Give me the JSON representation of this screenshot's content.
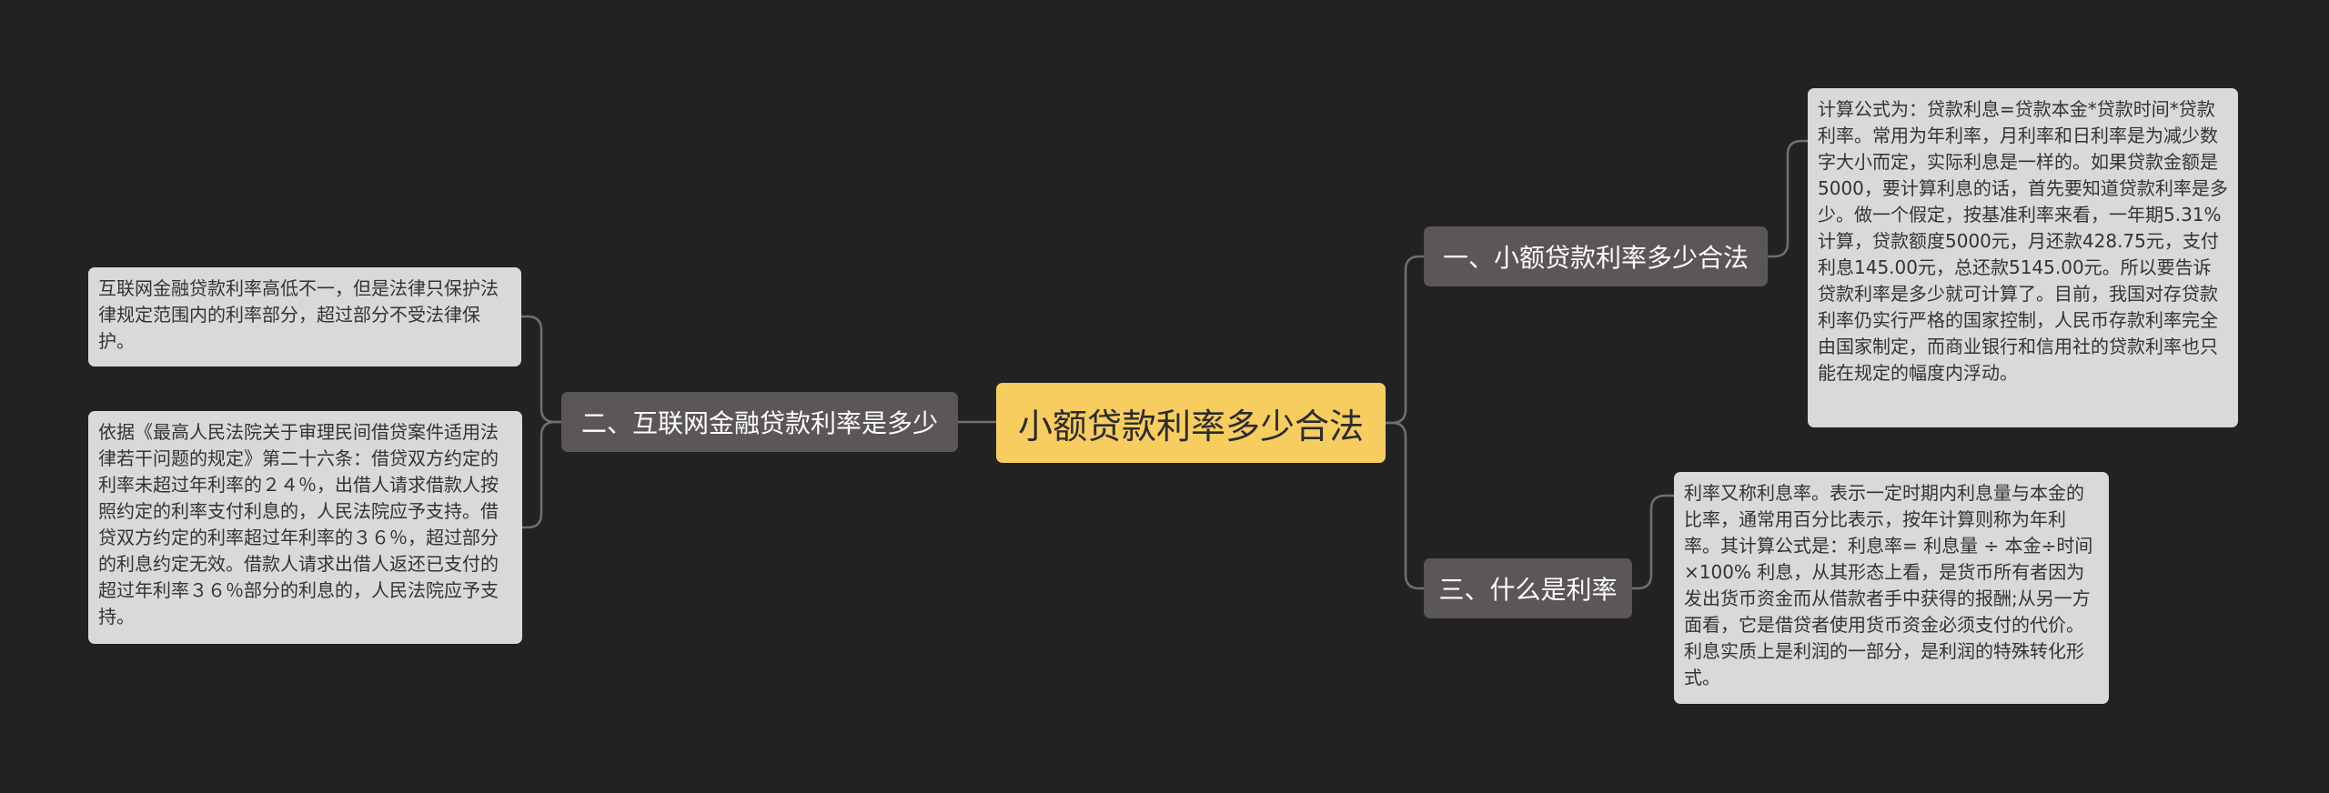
{
  "mindmap": {
    "central": "小额贷款利率多少合法",
    "branches": [
      {
        "label": "一、小额贷款利率多少合法",
        "notes": [
          "计算公式为：贷款利息=贷款本金*贷款时间*贷款利率。常用为年利率，月利率和日利率是为减少数字大小而定，实际利息是一样的。如果贷款金额是5000，要计算利息的话，首先要知道贷款利率是多少。做一个假定，按基准利率来看，一年期5.31%计算，贷款额度5000元，月还款428.75元，支付利息145.00元，总还款5145.00元。所以要告诉贷款利率是多少就可计算了。目前，我国对存贷款利率仍实行严格的国家控制，人民币存款利率完全由国家制定，而商业银行和信用社的贷款利率也只能在规定的幅度内浮动。"
        ]
      },
      {
        "label": "二、互联网金融贷款利率是多少",
        "notes": [
          "互联网金融贷款利率高低不一，但是法律只保护法律规定范围内的利率部分，超过部分不受法律保护。",
          "依据《最高人民法院关于审理民间借贷案件适用法律若干问题的规定》第二十六条：借贷双方约定的利率未超过年利率的２４％，出借人请求借款人按照约定的利率支付利息的，人民法院应予支持。借贷双方约定的利率超过年利率的３６％，超过部分的利息约定无效。借款人请求出借人返还已支付的超过年利率３６％部分的利息的，人民法院应予支持。"
        ]
      },
      {
        "label": "三、什么是利率",
        "notes": [
          "利率又称利息率。表示一定时期内利息量与本金的比率，通常用百分比表示，按年计算则称为年利率。其计算公式是：利息率= 利息量 ÷ 本金÷时间×100% 利息，从其形态上看，是货币所有者因为发出货币资金而从借款者手中获得的报酬;从另一方面看，它是借贷者使用货币资金必须支付的代价。 利息实质上是利润的一部分，是利润的特殊转化形式。"
        ]
      }
    ]
  },
  "colors": {
    "background": "#222222",
    "central_fill": "#f6cd5e",
    "branch_fill": "#5b5756",
    "leaf_fill": "#d9d9d9",
    "connector": "#6f6f6f"
  }
}
